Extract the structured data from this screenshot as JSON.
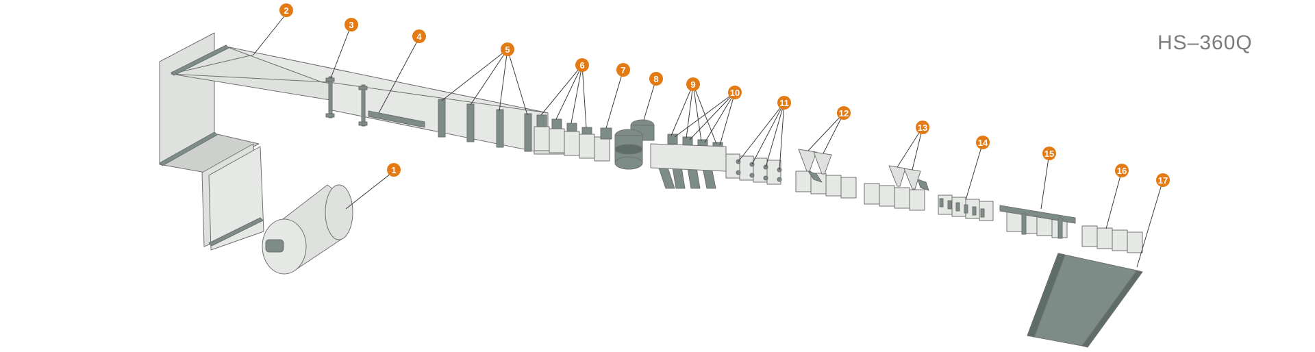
{
  "title": "HS–360Q",
  "colors": {
    "web": "#dfe1df",
    "web_dark": "#cdd0cd",
    "outline": "#6e706e",
    "machine": "#7d8c87",
    "machine_dark": "#5f6d68",
    "badge": "#e37a13",
    "leader": "#3a3a3a"
  },
  "callouts": [
    "1",
    "2",
    "3",
    "4",
    "5",
    "6",
    "7",
    "8",
    "9",
    "10",
    "11",
    "12",
    "13",
    "14",
    "15",
    "16",
    "17"
  ]
}
